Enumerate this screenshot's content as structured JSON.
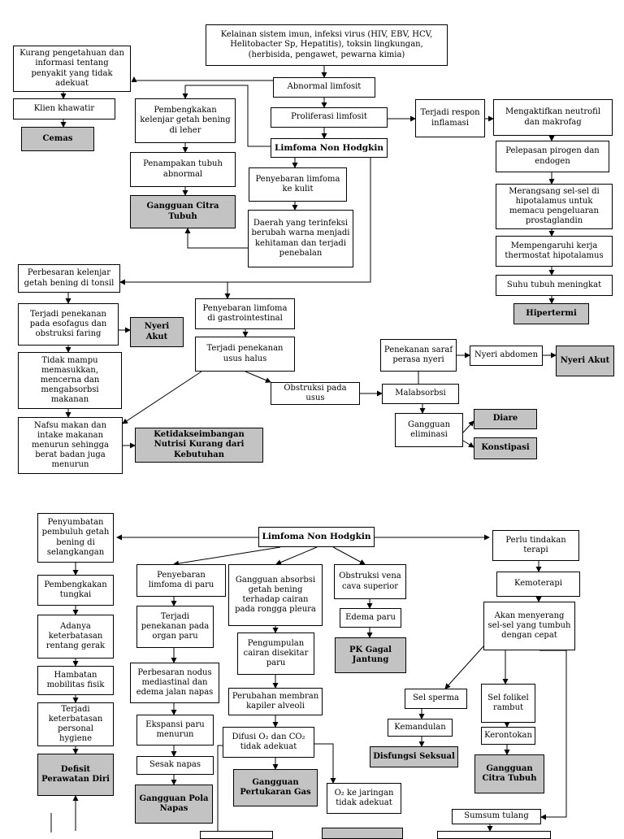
{
  "diagram1": {
    "etiology": "Kelainan sistem imun, infeksi virus (HIV, EBV, HCV, Helitobacter Sp, Hepatitis), toksin lingkungan, (herbisida, pengawet, pewarna kimia)",
    "abnormal_limfosit": "Abnormal limfosit",
    "proliferasi": "Proliferasi limfosit",
    "lnh": "Limfoma Non Hodgkin",
    "kurang_pengetahuan": "Kurang pengetahuan dan informasi tentang penyakit yang tidak adekuat",
    "klien_khawatir": "Klien khawatir",
    "cemas": "Cemas",
    "pembengkakan_leher": "Pembengkakan kelenjar getah bening di leher",
    "penampakan": "Penampakan tubuh abnormal",
    "citra_tubuh": "Gangguan Citra Tubuh",
    "penyebaran_kulit": "Penyebaran limfoma ke kulit",
    "daerah_terinfeksi": "Daerah yang terinfeksi berubah warna menjadi kehitaman dan terjadi penebalan",
    "respon_inflamasi": "Terjadi respon inflamasi",
    "neutrofil": "Mengaktifkan neutrofil dan makrofag",
    "pirogen": "Pelepasan pirogen dan endogen",
    "hipotalamus": "Merangsang sel-sel di hipotalamus untuk memacu pengeluaran prostaglandin",
    "thermostat": "Mempengaruhi kerja thermostat hipotalamus",
    "suhu": "Suhu tubuh meningkat",
    "hipertermi": "Hipertermi",
    "tonsil": "Perbesaran kelenjar getah bening di tonsil",
    "penekanan_esofagus": "Terjadi penekanan pada esofagus dan obstruksi faring",
    "nyeri_akut_1": "Nyeri Akut",
    "tidak_mampu": "Tidak mampu memasukkan, mencerna dan mengabsorbsi makanan",
    "nafsu_makan": "Nafsu makan dan intake makanan menurun sehingga berat badan juga menurun",
    "nutrisi": "Ketidakseimbangan Nutrisi Kurang dari Kebutuhan",
    "gastro": "Penyebaran limfoma di gastrointestinal",
    "usus_halus": "Terjadi penekanan usus halus",
    "obstruksi_usus": "Obstruksi pada usus",
    "malabsorbsi": "Malabsorbsi",
    "saraf_nyeri": "Penekanan saraf perasa nyeri",
    "nyeri_abdomen": "Nyeri abdomen",
    "nyeri_akut_2": "Nyeri Akut",
    "gangguan_eliminasi": "Gangguan eliminasi",
    "diare": "Diare",
    "konstipasi": "Konstipasi"
  },
  "diagram2": {
    "lnh": "Limfoma Non Hodgkin",
    "penyumbatan": "Penyumbatan pembuluh getah bening di selangkangan",
    "pembengkakan_tungkai": "Pembengkakan tungkai",
    "keterbatasan_gerak": "Adanya keterbatasan rentang gerak",
    "hambatan_mobilitas": "Hambatan mobilitas fisik",
    "keterbatasan_hygiene": "Terjadi keterbatasan personal hygiene",
    "defisit": "Defisit Perawatan Diri",
    "penyebaran_paru": "Penyebaran limfoma di paru",
    "penekanan_paru": "Terjadi penekanan pada organ paru",
    "perbesaran_nodus": "Perbesaran nodus mediastinal dan edema jalan napas",
    "ekspansi": "Ekspansi paru menurun",
    "sesak": "Sesak napas",
    "pola_napas": "Gangguan Pola Napas",
    "gangguan_absorbsi": "Gangguan absorbsi getah bening terhadap cairan pada rongga pleura",
    "pengumpulan": "Pengumpulan cairan disekitar paru",
    "perubahan_membran": "Perubahan membran kapiler alveoli",
    "difusi": "Difusi O₂ dan CO₂ tidak adekuat",
    "pertukaran_gas": "Gangguan Pertukaran Gas",
    "o2_jaringan": "O₂ ke jaringan tidak adekuat",
    "obstruksi_vena": "Obstruksi vena cava superior",
    "edema_paru": "Edema paru",
    "gagal_jantung": "PK Gagal Jantung",
    "tindakan_terapi": "Perlu tindakan terapi",
    "kemoterapi": "Kemoterapi",
    "menyerang_sel": "Akan menyerang sel-sel yang tumbuh dengan cepat",
    "sel_sperma": "Sel sperma",
    "kemandulan": "Kemandulan",
    "disfungsi": "Disfungsi Seksual",
    "sel_folikel": "Sel folikel rambut",
    "kerontokan": "Kerontokan",
    "citra_tubuh": "Gangguan Citra Tubuh",
    "sumsum": "Sumsum tulang"
  }
}
